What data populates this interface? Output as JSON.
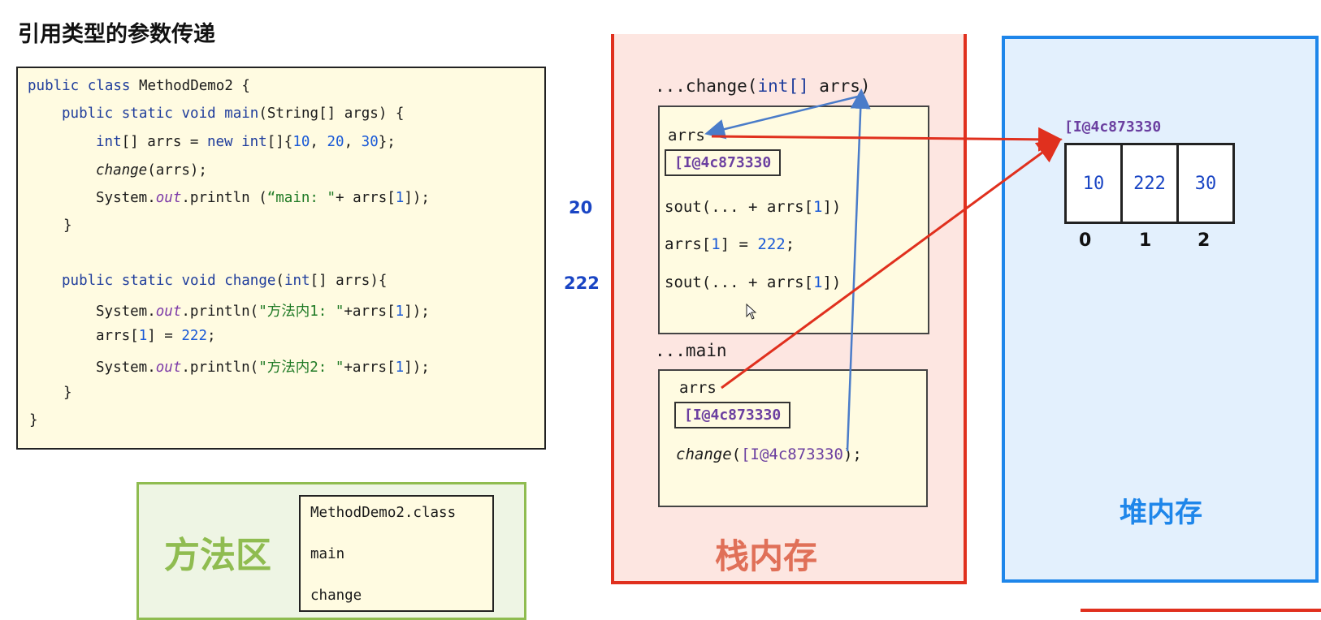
{
  "title": "引用类型的参数传递",
  "code": {
    "l1": {
      "a": "public class",
      "b": " MethodDemo2 {"
    },
    "l2": {
      "a": "public static void",
      "b": " main",
      "c": "(String[] args) {"
    },
    "l3": {
      "a": "int",
      "b": "[] arrs = ",
      "c": "new",
      "d": " int",
      "e": "[]{",
      "f": "10",
      "g": ", ",
      "h": "20",
      "i": ", ",
      "j": "30",
      "k": "};"
    },
    "l4": {
      "a": "change",
      "b": "(arrs);"
    },
    "l5": {
      "a": "System.",
      "b": "out",
      "c": ".println (",
      "d": "“main: \"",
      "e": "+ arrs[",
      "f": "1",
      "g": "]);"
    },
    "l6": "}",
    "l7": {
      "a": "public static void",
      "b": " change",
      "c": "(",
      "d": "int",
      "e": "[] arrs){"
    },
    "l8": {
      "a": "System.",
      "b": "out",
      "c": ".println(",
      "d": "\"方法内1: \"",
      "e": "+arrs[",
      "f": "1",
      "g": "]);"
    },
    "l9": {
      "a": "arrs[",
      "b": "1",
      "c": "] = ",
      "d": "222",
      "e": ";"
    },
    "l10": {
      "a": "System.",
      "b": "out",
      "c": ".println(",
      "d": "\"方法内2: \"",
      "e": "+arrs[",
      "f": "1",
      "g": "]);"
    },
    "l11": "}",
    "l12": "}"
  },
  "method_area": {
    "label": "方法区",
    "items": [
      "MethodDemo2.class",
      "main",
      "change"
    ]
  },
  "outputs": [
    "20",
    "222"
  ],
  "stack": {
    "label": "栈内存",
    "change_header": {
      "a": "...change(",
      "b": "int[]",
      "c": " arrs)"
    },
    "change_frame": {
      "var": "arrs",
      "addr": "[I@4c873330",
      "l1": {
        "a": "sout(... + arrs[",
        "b": "1",
        "c": "])"
      },
      "l2": {
        "a": "arrs[",
        "b": "1",
        "c": "] = ",
        "d": "222",
        "e": ";"
      },
      "l3": {
        "a": "sout(... + arrs[",
        "b": "1",
        "c": "])"
      }
    },
    "main_header": "...main",
    "main_frame": {
      "var": "arrs",
      "addr": "[I@4c873330",
      "call": {
        "a": "change",
        "b": "(",
        "c": "[I@4c873330",
        "d": ");"
      }
    }
  },
  "heap": {
    "label": "堆内存",
    "addr": "[I@4c873330",
    "values": [
      "10",
      "222",
      "30"
    ],
    "indices": [
      "0",
      "1",
      "2"
    ]
  },
  "colors": {
    "stack_border": "#e0301e",
    "heap_border": "#1e86ea",
    "method_area_border": "#8fbc50",
    "code_bg": "#fffbe1",
    "arrow_red": "#e0301e",
    "arrow_blue": "#4a7cc9"
  }
}
